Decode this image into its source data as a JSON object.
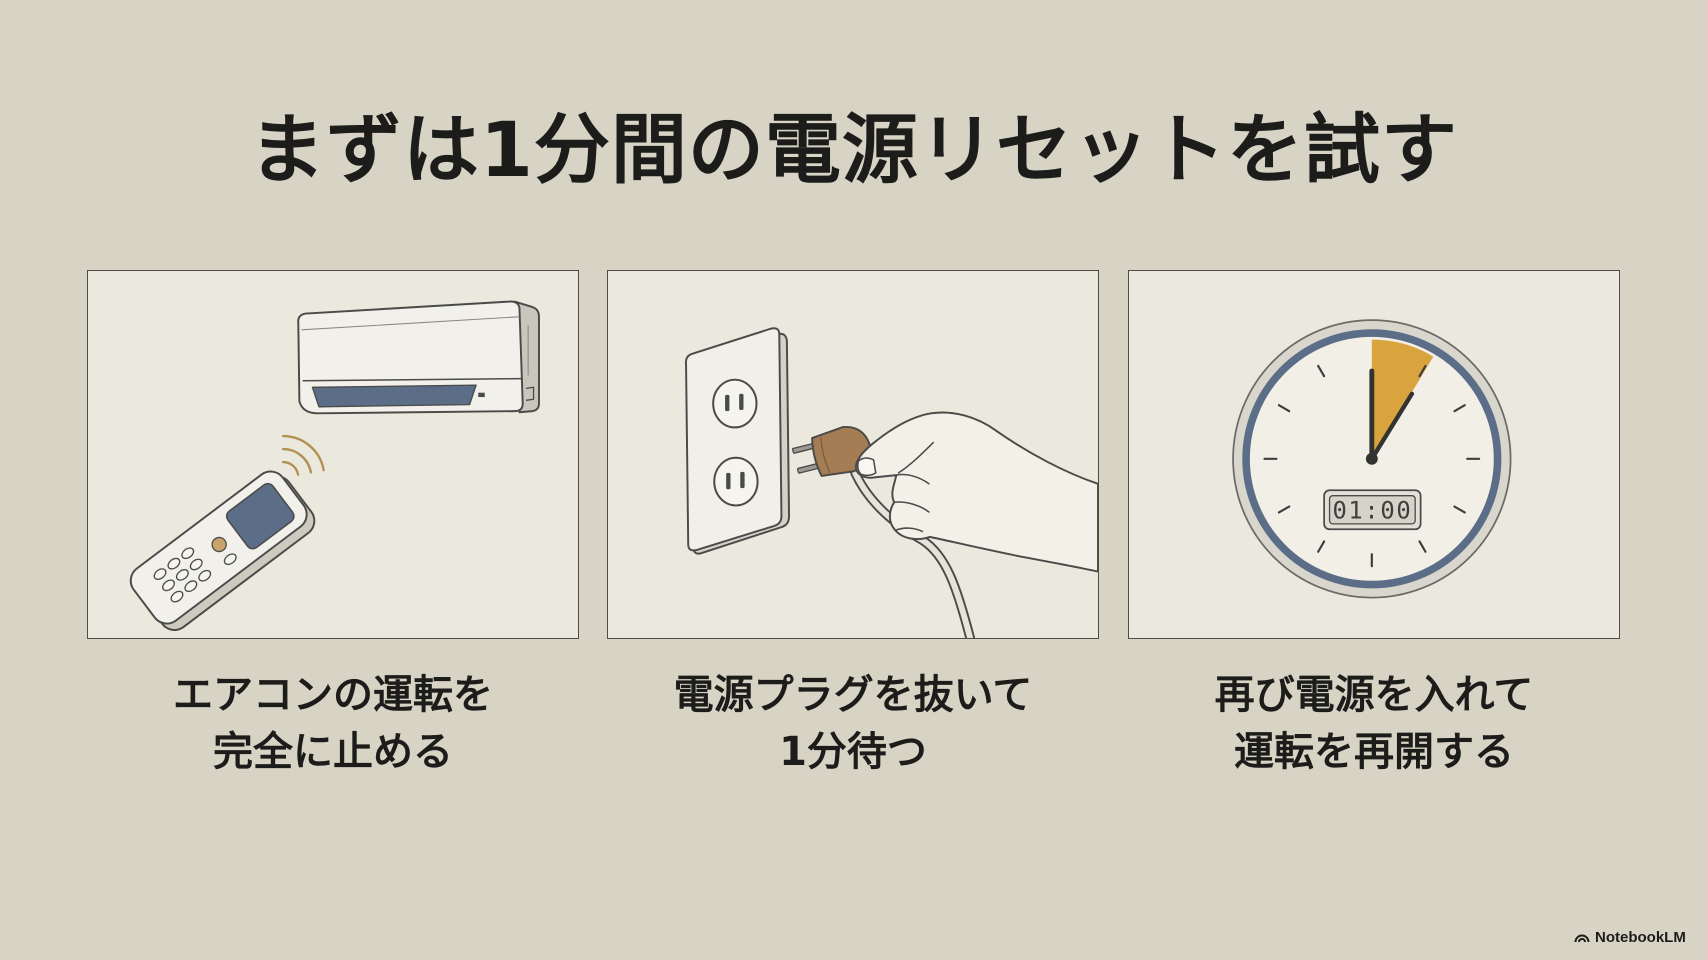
{
  "slide": {
    "title": "まずは1分間の電源リセットを試す"
  },
  "steps": [
    {
      "caption_line1": "エアコンの運転を",
      "caption_line2": "完全に止める",
      "icons": [
        "air-conditioner-icon",
        "remote-control-icon",
        "signal-waves-icon"
      ]
    },
    {
      "caption_line1": "電源プラグを抜いて",
      "caption_line2": "1分待つ",
      "icons": [
        "wall-outlet-icon",
        "power-plug-icon",
        "hand-icon",
        "power-cord-icon"
      ]
    },
    {
      "caption_line1": "再び電源を入れて",
      "caption_line2": "運転を再開する",
      "icons": [
        "clock-icon",
        "timer-wedge-icon",
        "digital-display-icon"
      ]
    }
  ],
  "clock": {
    "display_text": "01:00"
  },
  "footer": {
    "brand": "NotebookLM",
    "icon": "notebooklm-logo-icon"
  },
  "colors": {
    "background": "#d8d4c5",
    "panel": "#ebe8dd",
    "accent_orange": "#d9a43d",
    "accent_blue": "#5c6d88",
    "text": "#1c1c1a"
  }
}
